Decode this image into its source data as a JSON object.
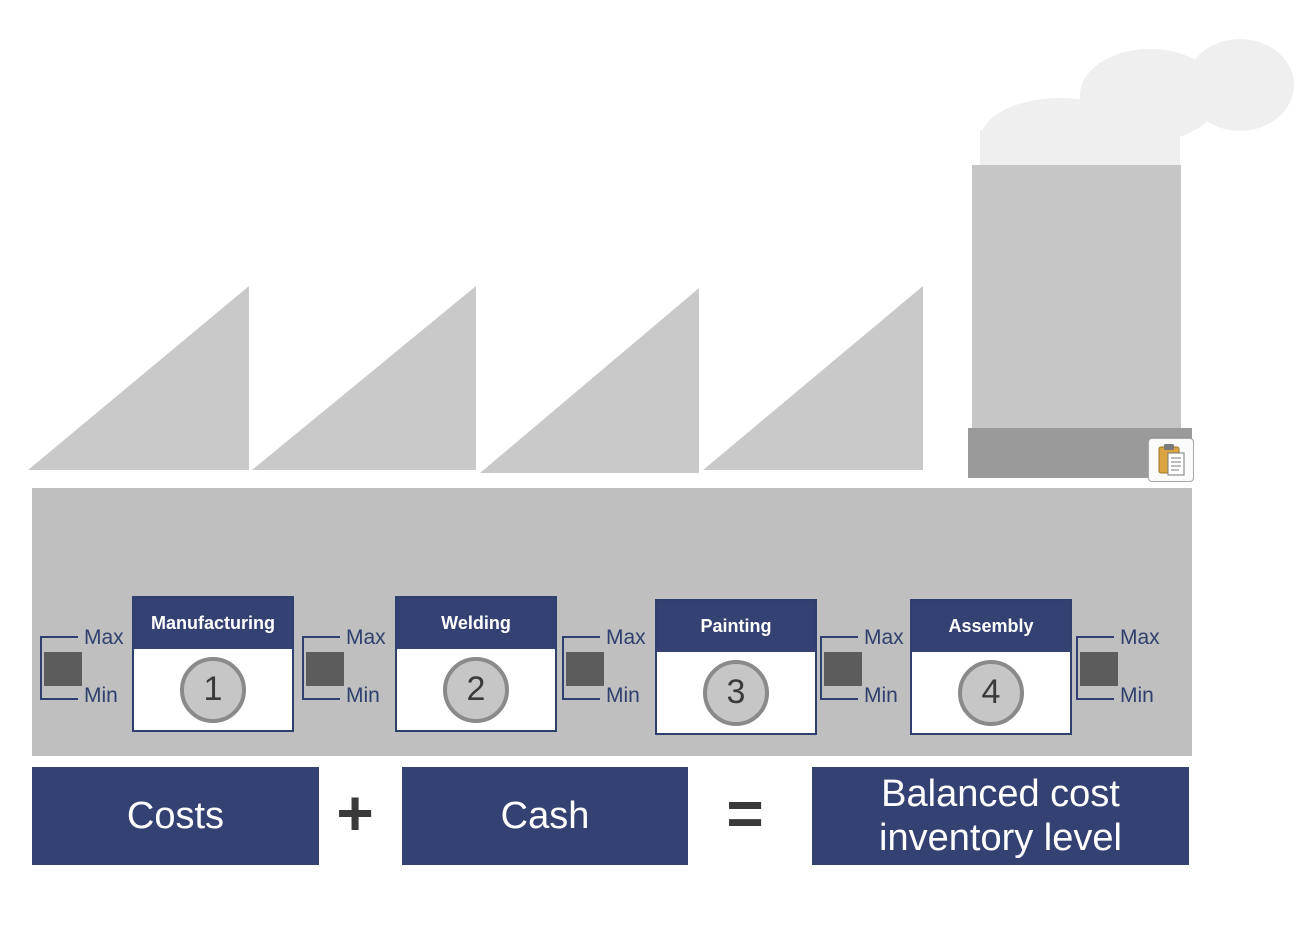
{
  "stations": [
    {
      "label": "Manufacturing",
      "number": "1"
    },
    {
      "label": "Welding",
      "number": "2"
    },
    {
      "label": "Painting",
      "number": "3"
    },
    {
      "label": "Assembly",
      "number": "4"
    }
  ],
  "buffers": [
    {
      "max_label": "Max",
      "min_label": "Min"
    },
    {
      "max_label": "Max",
      "min_label": "Min"
    },
    {
      "max_label": "Max",
      "min_label": "Min"
    },
    {
      "max_label": "Max",
      "min_label": "Min"
    },
    {
      "max_label": "Max",
      "min_label": "Min"
    }
  ],
  "equation": {
    "term1": "Costs",
    "op1": "+",
    "term2": "Cash",
    "op2": "=",
    "result_line1": "Balanced cost",
    "result_line2": "inventory level"
  },
  "colors": {
    "navy": "#334272",
    "roof_gray": "#c9c9c9",
    "building_gray": "#bfbfbf",
    "smoke": "#efefef"
  },
  "icons": {
    "clipboard": "paste-clipboard-icon"
  }
}
